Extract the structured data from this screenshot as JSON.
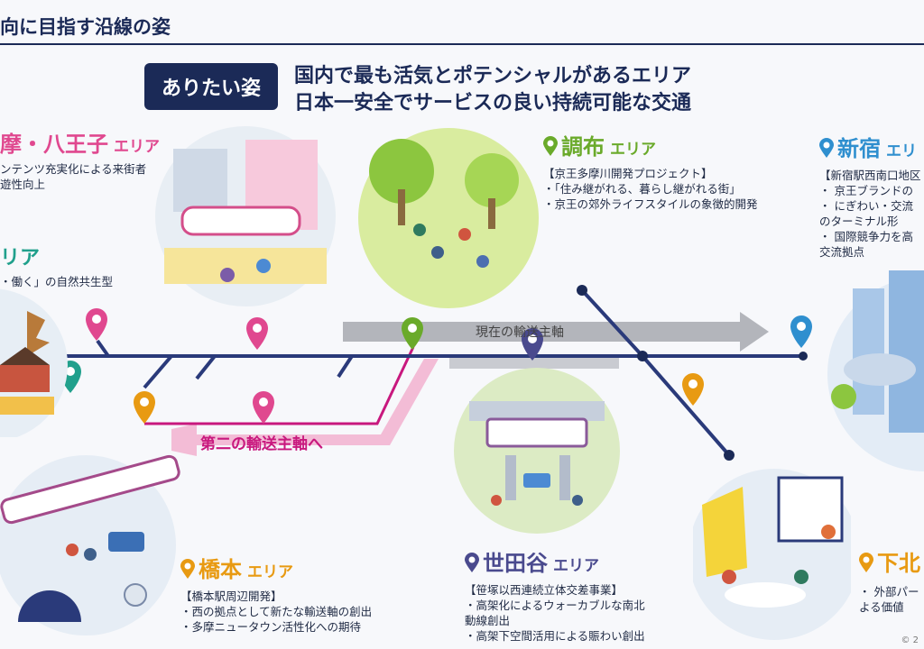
{
  "header": {
    "title": "向に目指す沿線の姿"
  },
  "vision": {
    "badge": "ありたい姿",
    "line1": "国内で最も活気とポテンシャルがあるエリア",
    "line2": "日本一安全でサービスの良い持続可能な交通"
  },
  "areas": {
    "tama": {
      "name": "摩・八王子",
      "suffix": "エリア",
      "color": "#e0488f",
      "bullets": [
        "ンテンツ充実化による来街者",
        "遊性向上"
      ]
    },
    "takao": {
      "name": "リア",
      "color": "#20a08c",
      "bullets": [
        "・働く」の自然共生型"
      ]
    },
    "chofu": {
      "name": "調布",
      "suffix": "エリア",
      "color": "#6aaa2a",
      "project": "【京王多摩川開発プロジェクト】",
      "bullets": [
        "・「住み継がれる、暮らし継がれる街」",
        "・京王の郊外ライフスタイルの象徴的開発"
      ]
    },
    "shinjuku": {
      "name": "新宿",
      "suffix": "エリ",
      "color": "#2f8fcf",
      "project": "【新宿駅西南口地区",
      "bullets": [
        "・ 京王ブランドの",
        "・ にぎわい・交流",
        "   のターミナル形",
        "・ 国際競争力を高",
        "   交流拠点"
      ]
    },
    "hashimoto": {
      "name": "橋本",
      "suffix": "エリア",
      "color": "#e89a12",
      "project": "【橋本駅周辺開発】",
      "bullets": [
        "・西の拠点として新たな輸送軸の創出",
        "・多摩ニュータウン活性化への期待"
      ]
    },
    "setagaya": {
      "name": "世田谷",
      "suffix": "エリア",
      "color": "#4a4a8e",
      "project": "【笹塚以西連続立体交差事業】",
      "bullets": [
        "・高架化によるウォーカブルな南北",
        "  動線創出",
        "・高架下空間活用による賑わい創出"
      ]
    },
    "shimokita": {
      "name": "下北",
      "color": "#e89a12",
      "bullets": [
        "・ 外部パー",
        "  よる価値"
      ]
    }
  },
  "axes": {
    "current": "現在の輸送主軸",
    "second": "第二の輸送主軸へ"
  },
  "colors": {
    "navy": "#1b2a57",
    "line": "#2a3a7a",
    "magenta": "#c8187e",
    "gray_arrow": "#a8aab0"
  },
  "footer": {
    "copyright": "© 2"
  }
}
